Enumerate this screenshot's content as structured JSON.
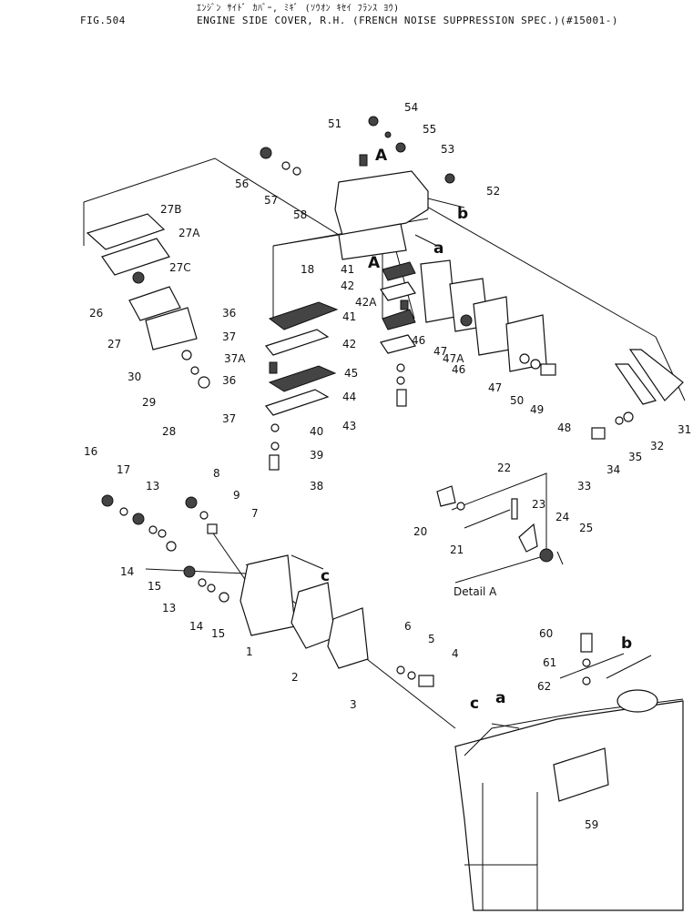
{
  "header": {
    "fig_number": "FIG.504",
    "subtitle_katakana": "ｴﾝｼﾞﾝ ｻｲﾄﾞ ｶﾊﾞｰ, ﾐｷﾞ (ｿｳｵﾝ ｷｾｲ ﾌﾗﾝｽ ﾖｳ)",
    "title": "ENGINE SIDE COVER, R.H. (FRENCH NOISE SUPPRESSION SPEC.)(#15001-)"
  },
  "detail_caption": "Detail  A",
  "callouts": {
    "A": "A",
    "a": "a",
    "b": "b",
    "c": "c"
  },
  "part_labels": [
    "1",
    "2",
    "3",
    "4",
    "5",
    "6",
    "7",
    "8",
    "9",
    "13",
    "14",
    "15",
    "16",
    "17",
    "18",
    "20",
    "21",
    "22",
    "23",
    "24",
    "25",
    "26",
    "27",
    "27A",
    "27B",
    "27C",
    "28",
    "29",
    "30",
    "31",
    "32",
    "33",
    "34",
    "35",
    "36",
    "37",
    "37A",
    "38",
    "39",
    "40",
    "41",
    "42",
    "42A",
    "43",
    "44",
    "45",
    "46",
    "47",
    "47A",
    "48",
    "49",
    "50",
    "51",
    "52",
    "53",
    "54",
    "55",
    "56",
    "57",
    "58",
    "59",
    "60",
    "61",
    "62"
  ]
}
